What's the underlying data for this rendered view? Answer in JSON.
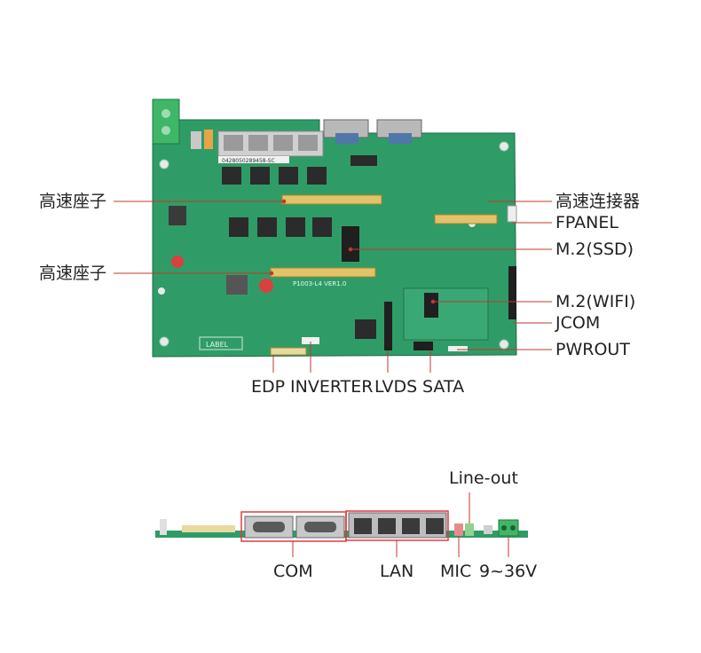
{
  "top_view": {
    "left_labels": [
      {
        "key": "hs1",
        "text": "高速座子"
      },
      {
        "key": "hs2",
        "text": "高速座子"
      }
    ],
    "right_labels": [
      {
        "key": "hsc",
        "text": "高速连接器"
      },
      {
        "key": "fpanel",
        "text": "FPANEL"
      },
      {
        "key": "m2ssd",
        "text": "M.2(SSD)"
      },
      {
        "key": "m2wifi",
        "text": "M.2(WIFI)"
      },
      {
        "key": "jcom",
        "text": "JCOM"
      },
      {
        "key": "pwrout",
        "text": "PWROUT"
      }
    ],
    "bottom_labels": [
      {
        "key": "edp",
        "text": "EDP"
      },
      {
        "key": "inverter",
        "text": "INVERTER"
      },
      {
        "key": "lvds",
        "text": "LVDS"
      },
      {
        "key": "sata",
        "text": "SATA"
      }
    ],
    "silkscreen": {
      "board_id": "P1003-L4 VER1.0",
      "label_box": "LABEL",
      "barcode": "0428050289458-SC"
    }
  },
  "side_view": {
    "labels": [
      {
        "key": "lineout",
        "text": "Line-out"
      },
      {
        "key": "com",
        "text": "COM"
      },
      {
        "key": "lan",
        "text": "LAN"
      },
      {
        "key": "mic",
        "text": "MIC"
      },
      {
        "key": "power",
        "text": "9~36V"
      }
    ]
  },
  "colors": {
    "pcb": "#2f9c67",
    "pcb_dark": "#217a4f",
    "callout_line": "#c0392b",
    "highlight_box": "#e03b3b",
    "connector_gold": "#d9b24a",
    "chip": "#2b2b2b",
    "db9_blue": "#5177a8"
  }
}
